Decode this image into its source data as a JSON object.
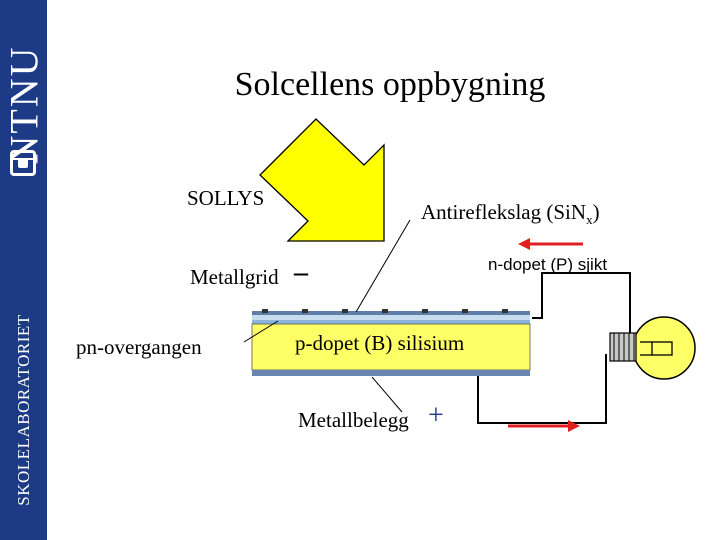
{
  "slide": {
    "title": "Solcellens oppbygning",
    "brand": "NTNU",
    "sidebar_label": "SKOLELABORATORIET"
  },
  "diagram": {
    "sunlight_label": "SOLLYS",
    "antireflective_label_main": "Antireflekslag (Si",
    "antireflective_label_n": "N",
    "antireflective_label_sub": "x",
    "antireflective_label_end": ")",
    "metal_grid_label": "Metallgrid",
    "minus_sign": "–",
    "n_layer_label": "n-dopet (P) sjikt",
    "junction_label": "pn-overgangen",
    "p_layer_label": "p-dopet (B) silisium",
    "back_contact_label": "Metallbelegg",
    "plus_sign": "+"
  },
  "colors": {
    "sidebar": "#1c3a86",
    "arrow_fill": "#ffff00",
    "cell_layer": "#ffff66",
    "current_arrow": "#e02020",
    "bulb": "#ffff66"
  }
}
